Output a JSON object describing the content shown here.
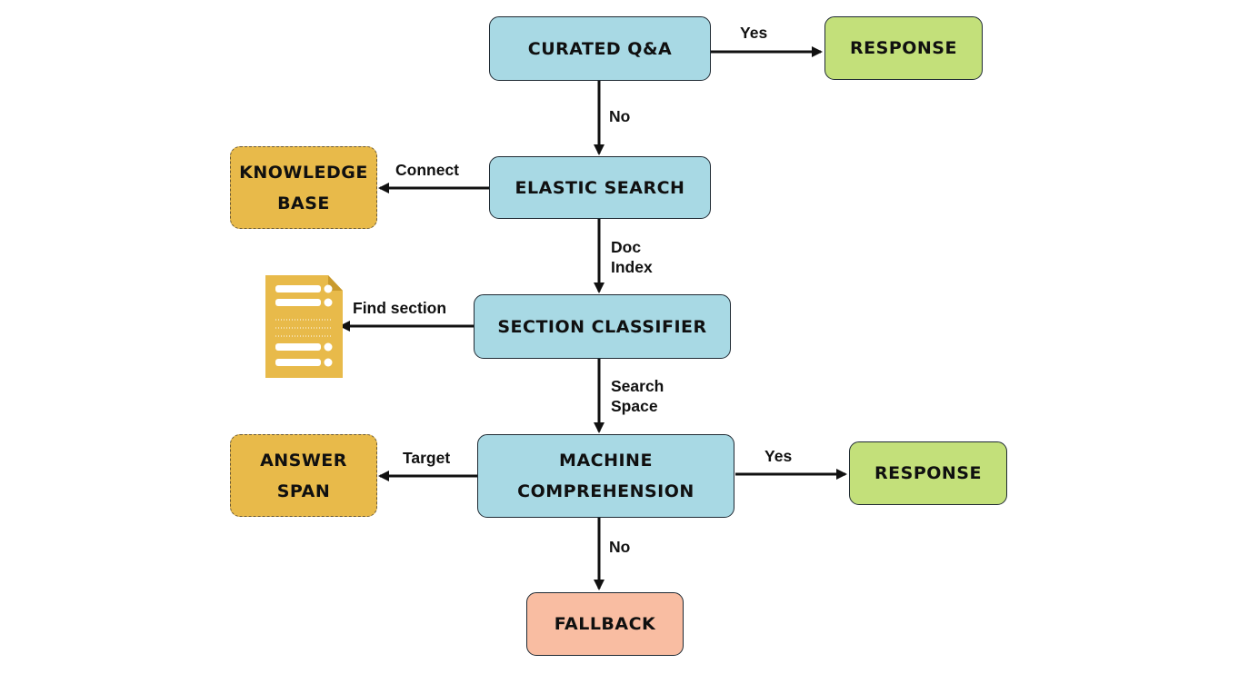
{
  "nodes": {
    "curated": [
      "CURATED Q&A"
    ],
    "response_top": [
      "RESPONSE"
    ],
    "elastic": [
      "ELASTIC SEARCH"
    ],
    "knowledge": [
      "KNOWLEDGE",
      "BASE"
    ],
    "section": [
      "SECTION CLASSIFIER"
    ],
    "document": "document-icon",
    "machine": [
      "MACHINE",
      "COMPREHENSION"
    ],
    "answer": [
      "ANSWER",
      "SPAN"
    ],
    "response_bottom": [
      "RESPONSE"
    ],
    "fallback": [
      "FALLBACK"
    ]
  },
  "edges": {
    "yes_top": "Yes",
    "no_top": "No",
    "connect": "Connect",
    "doc_index": [
      "Doc",
      "Index"
    ],
    "find_section": "Find section",
    "search_space": [
      "Search",
      "Space"
    ],
    "target": "Target",
    "yes_bottom": "Yes",
    "no_bottom": "No"
  },
  "colors": {
    "process": "#a8d9e4",
    "response": "#c3e07a",
    "knowledge": "#e8ba4a",
    "fallback": "#f9bda2",
    "arrow": "#111111"
  }
}
